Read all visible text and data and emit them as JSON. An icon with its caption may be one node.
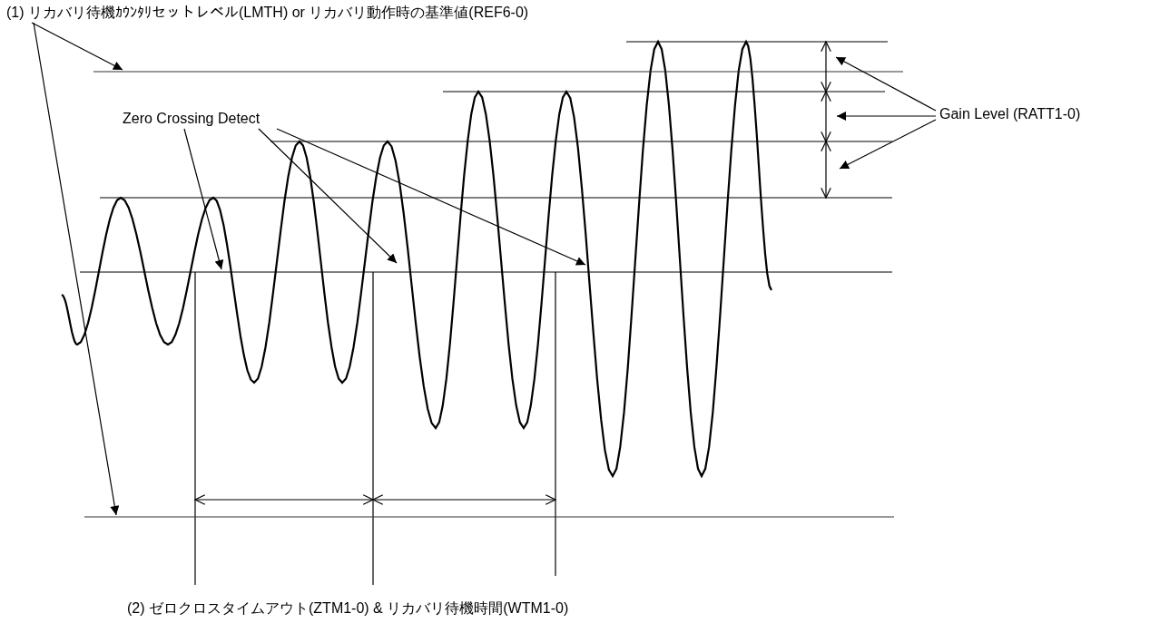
{
  "diagram": {
    "nodes": [
      {
        "text": [
          "(1) リカバリ待機ｶｳﾝﾀﾘセットレベル(LMTH) or リカバリ動作時の基準値(REF6-0)"
        ]
      },
      {
        "text": [],
        "shape": "line"
      },
      {
        "text": [],
        "shape": "line"
      },
      {
        "text": [
          "Zero Crossing Detect"
        ]
      },
      {
        "text": [
          "Gain Level (RATT1-0)"
        ]
      },
      {
        "text": [],
        "shape": "line"
      },
      {
        "text": [],
        "shape": "line"
      },
      {
        "text": [],
        "shape": "line"
      }
    ],
    "edges": [
      {
        "from": 0,
        "to": 1,
        "arrow": "to"
      },
      {
        "from": 0,
        "to": 2,
        "arrow": "to"
      },
      {
        "from": 3,
        "to": null,
        "arrow": "to"
      },
      {
        "from": 3,
        "to": null,
        "arrow": "to"
      },
      {
        "from": 3,
        "to": null,
        "arrow": "to"
      },
      {
        "from": 4,
        "to": 5,
        "arrow": "to"
      },
      {
        "from": 4,
        "to": 6,
        "arrow": "to"
      },
      {
        "from": 4,
        "to": 7,
        "arrow": "to"
      }
    ],
    "labels": [
      "(2) ゼロクロスタイムアウト(ZTM1-0) & リカバリ待機時間(WTM1-0)"
    ]
  }
}
